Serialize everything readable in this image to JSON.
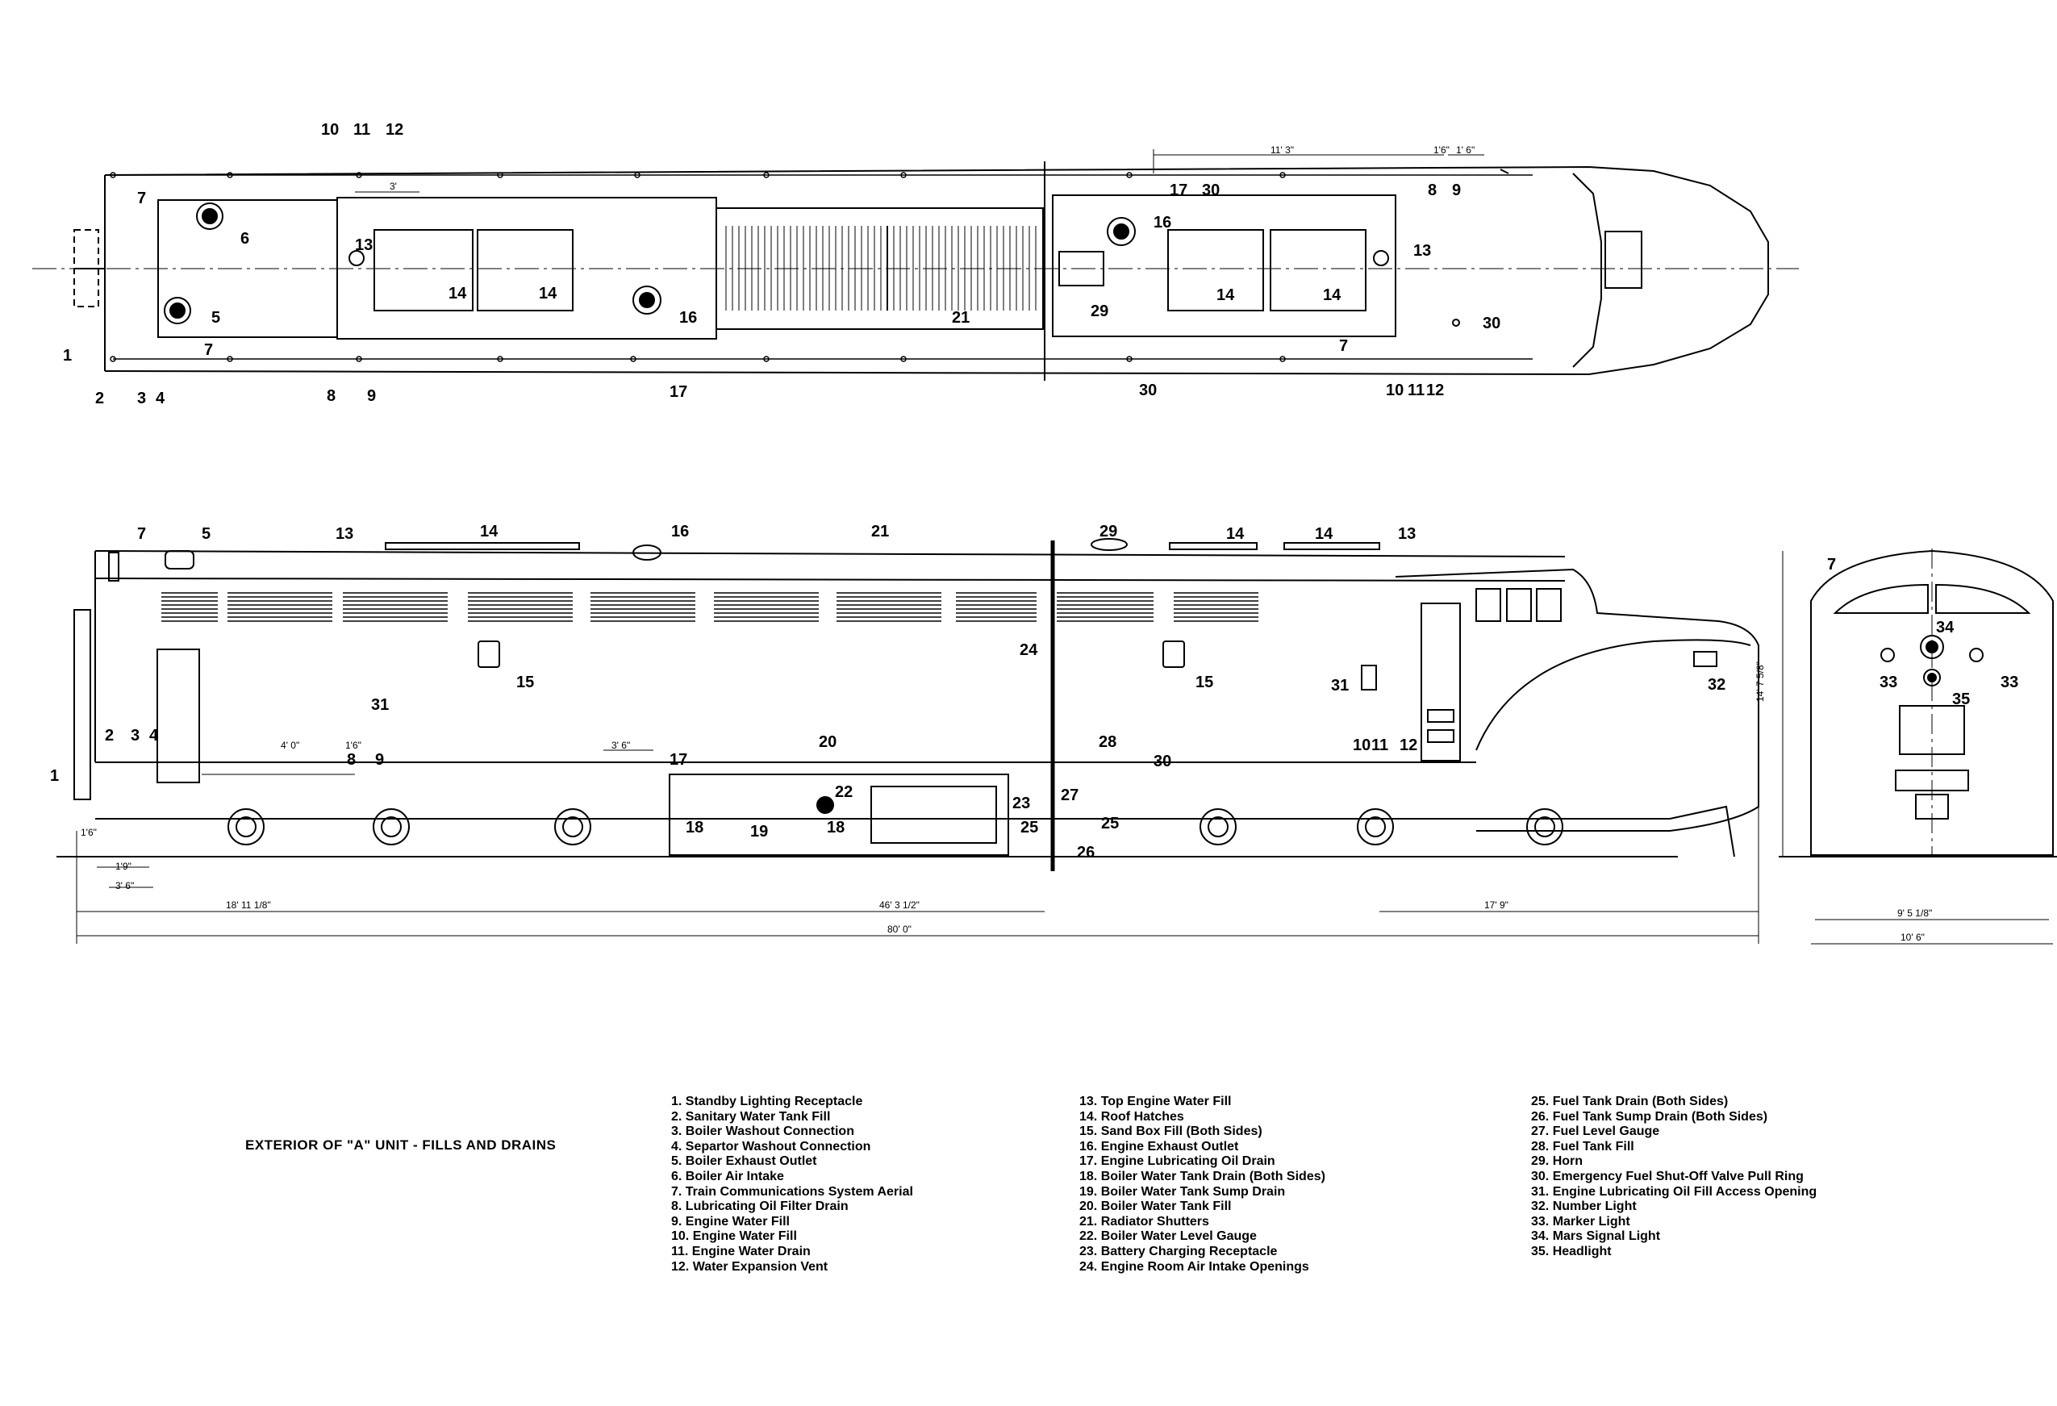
{
  "caption": "EXTERIOR OF \"A\" UNIT - FILLS AND DRAINS",
  "legend": {
    "col1": [
      "1. Standby Lighting Receptacle",
      "2. Sanitary Water Tank Fill",
      "3. Boiler Washout Connection",
      "4. Separtor Washout Connection",
      "5. Boiler Exhaust Outlet",
      "6. Boiler Air Intake",
      "7. Train Communications System Aerial",
      "8. Lubricating Oil Filter Drain",
      "9. Engine Water Fill",
      "10. Engine Water Fill",
      "11. Engine Water Drain",
      "12. Water Expansion Vent"
    ],
    "col2": [
      "13. Top Engine Water Fill",
      "14. Roof Hatches",
      "15. Sand Box Fill (Both Sides)",
      "16. Engine Exhaust Outlet",
      "17. Engine Lubricating Oil Drain",
      "18. Boiler Water Tank Drain (Both Sides)",
      "19. Boiler Water Tank Sump Drain",
      "20. Boiler Water Tank Fill",
      "21. Radiator Shutters",
      "22. Boiler Water Level Gauge",
      "23. Battery Charging Receptacle",
      "24. Engine Room Air Intake Openings"
    ],
    "col3": [
      "25. Fuel Tank Drain (Both Sides)",
      "26. Fuel Tank Sump Drain (Both Sides)",
      "27. Fuel Level Gauge",
      "28. Fuel Tank Fill",
      "29. Horn",
      "30. Emergency Fuel Shut-Off Valve Pull Ring",
      "31. Engine Lubricating Oil Fill Access Opening",
      "32. Number Light",
      "33. Marker Light",
      "34. Mars Signal Light",
      "35. Headlight"
    ]
  },
  "callouts": {
    "top": [
      "10",
      "11",
      "12",
      "7",
      "6",
      "5",
      "13",
      "14",
      "14",
      "16",
      "21",
      "17",
      "30",
      "8",
      "9",
      "16",
      "29",
      "14",
      "14",
      "13",
      "30",
      "7",
      "1",
      "7",
      "2",
      "3",
      "4",
      "8",
      "9",
      "17",
      "30",
      "10",
      "11",
      "12"
    ],
    "side": [
      "7",
      "5",
      "13",
      "14",
      "16",
      "21",
      "29",
      "14",
      "14",
      "13",
      "24",
      "15",
      "15",
      "31",
      "31",
      "32",
      "2",
      "3",
      "4",
      "8",
      "9",
      "17",
      "20",
      "28",
      "30",
      "10",
      "11",
      "12",
      "22",
      "18",
      "18",
      "19",
      "23",
      "25",
      "27",
      "25",
      "26",
      "1"
    ],
    "front": [
      "7",
      "34",
      "33",
      "33",
      "35"
    ]
  },
  "dimensions": {
    "top": [
      "11' 3\"",
      "1'6\"",
      "1' 6\"",
      "3'"
    ],
    "side": [
      "4' 0\"",
      "1'6\"",
      "3' 6\"",
      "1'6\"",
      "1'9\"",
      "3' 6\"",
      "18' 11 1/8\"",
      "46' 3 1/2\"",
      "17' 9\"",
      "80' 0\""
    ],
    "front": [
      "14' 7 5/8\"",
      "9' 5 1/8\"",
      "10' 6\""
    ]
  }
}
